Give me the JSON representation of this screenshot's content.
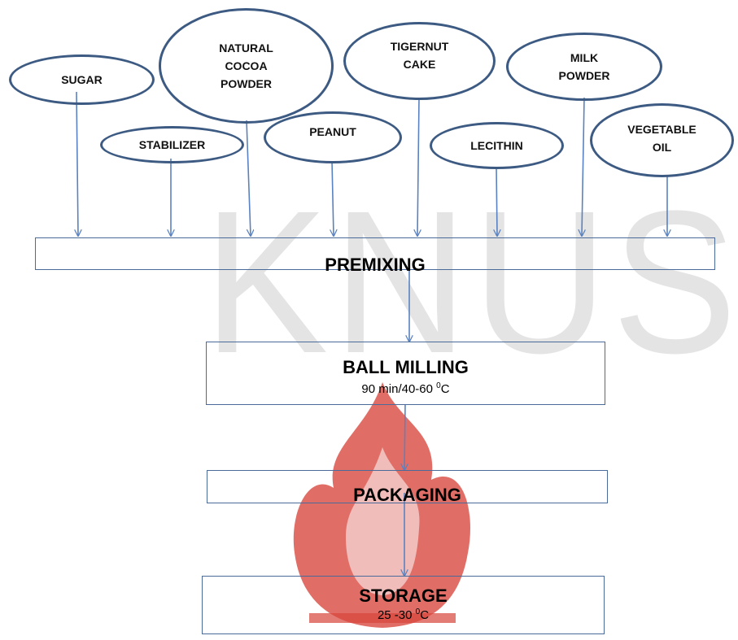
{
  "watermark": {
    "text": "KNUST"
  },
  "ingredients": [
    {
      "id": "sugar",
      "label": "SUGAR"
    },
    {
      "id": "stabilizer",
      "label": "STABILIZER"
    },
    {
      "id": "natural-cocoa-powder",
      "label": "NATURAL\nCOCOA\nPOWDER"
    },
    {
      "id": "peanut",
      "label": "PEANUT"
    },
    {
      "id": "tigernut-cake",
      "label": "TIGERNUT\nCAKE"
    },
    {
      "id": "lecithin",
      "label": "LECITHIN"
    },
    {
      "id": "milk-powder",
      "label": "MILK\nPOWDER"
    },
    {
      "id": "vegetable-oil",
      "label": "VEGETABLE\nOIL"
    }
  ],
  "steps": {
    "premixing": {
      "title": "PREMIXING"
    },
    "ball_milling": {
      "title": "BALL MILLING",
      "condition_main": "90 min/40-60 ",
      "condition_sup": "0",
      "condition_unit": "C"
    },
    "packaging": {
      "title": "PACKAGING"
    },
    "storage": {
      "title": "STORAGE",
      "condition_main": "25 -30 ",
      "condition_sup": "0",
      "condition_unit": "C"
    }
  },
  "colors": {
    "oval_border": "#3c5a82",
    "box_border": "#4a6b9a",
    "arrow": "#5a82c0",
    "watermark_text": "#e4e4e4",
    "watermark_flame": "#d8453b"
  }
}
